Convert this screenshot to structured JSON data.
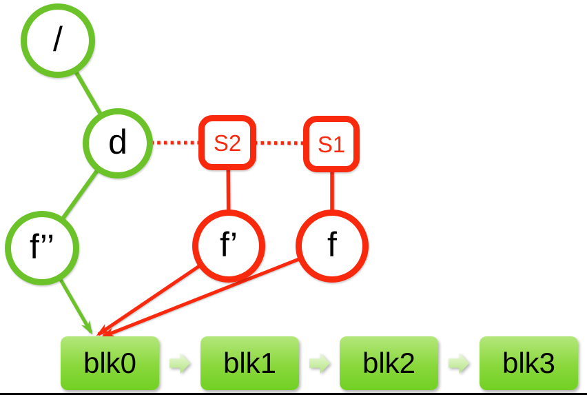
{
  "nodes": {
    "root": {
      "label": "/",
      "shape": "circle",
      "color": "#6cc229"
    },
    "dir": {
      "label": "d",
      "shape": "circle",
      "color": "#6cc229"
    },
    "f2": {
      "label": "f’’",
      "shape": "circle",
      "color": "#6cc229"
    },
    "s2": {
      "label": "S2",
      "shape": "rounded-square",
      "color": "#f8290d"
    },
    "s1": {
      "label": "S1",
      "shape": "rounded-square",
      "color": "#f8290d"
    },
    "f1": {
      "label": "f’",
      "shape": "circle",
      "color": "#f8290d"
    },
    "f0": {
      "label": "f",
      "shape": "circle",
      "color": "#f8290d"
    }
  },
  "blocks": [
    {
      "label": "blk0"
    },
    {
      "label": "blk1"
    },
    {
      "label": "blk2"
    },
    {
      "label": "blk3"
    }
  ],
  "edges": [
    {
      "from": "/",
      "to": "d",
      "style": "solid",
      "color": "green"
    },
    {
      "from": "d",
      "to": "f''",
      "style": "solid",
      "color": "green"
    },
    {
      "from": "f''",
      "to": "blk0",
      "style": "arrow",
      "color": "green"
    },
    {
      "from": "d",
      "to": "S2",
      "style": "dotted",
      "color": "red"
    },
    {
      "from": "S2",
      "to": "S1",
      "style": "dotted",
      "color": "red"
    },
    {
      "from": "S2",
      "to": "f'",
      "style": "solid",
      "color": "red"
    },
    {
      "from": "S1",
      "to": "f",
      "style": "solid",
      "color": "red"
    },
    {
      "from": "f'",
      "to": "blk0",
      "style": "arrow",
      "color": "red"
    },
    {
      "from": "f",
      "to": "blk0",
      "style": "arrow",
      "color": "red"
    }
  ],
  "icons": {
    "flow_arrow": "block-arrow-right"
  },
  "colors": {
    "green": "#6cc229",
    "red": "#f8290d",
    "block_gradient_top": "#b4e77c",
    "block_gradient_bottom": "#72d024",
    "chevron_gradient_top": "#ecf8dd",
    "chevron_gradient_bottom": "#b2e281",
    "label_text": "#000000",
    "bottom_rule": "#000000"
  }
}
